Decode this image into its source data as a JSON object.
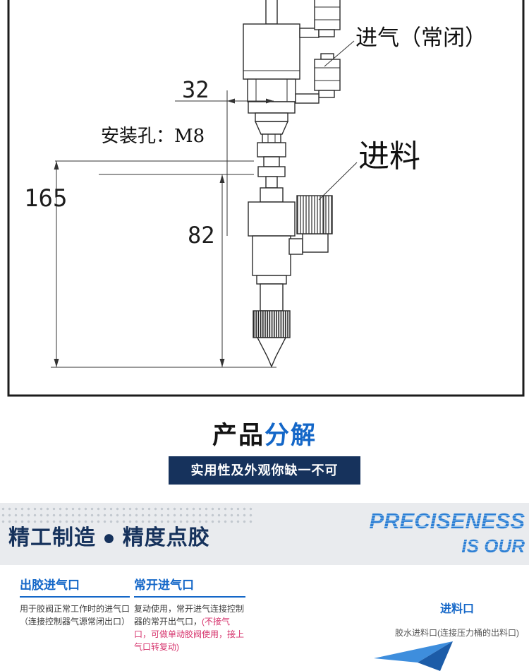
{
  "drawing": {
    "dim_width": "32",
    "dim_total_height": "165",
    "dim_lower_height": "82",
    "mounting_hole_label": "安装孔：M8",
    "air_inlet_label": "进气（常闭）",
    "feed_label": "进料"
  },
  "breakdown": {
    "title_black": "产品",
    "title_blue": "分解",
    "banner_text": "实用性及外观你缺一不可"
  },
  "band": {
    "headline": "精工制造 ● 精度点胶",
    "english_top": "PRECISENESS",
    "english_bottom": "IS OUR"
  },
  "ports": {
    "glue_air": {
      "title": "出胶进气口",
      "desc": "用于胶阀正常工作时的进气口（连接控制器气源常闭出口）"
    },
    "normally_open_air": {
      "title": "常开进气口",
      "desc": "复动使用，常开进气连接控制器的常开出气口，",
      "desc_highlight": "(不接气口，可做单动胶阀使用，接上气口转复动)"
    },
    "feed": {
      "title": "进料口",
      "desc": "胶水进料口(连接压力桶的出料口)"
    }
  },
  "colors": {
    "accent-blue": "#1467c8",
    "navy": "#16325c",
    "english-blue": "#2d7fd4",
    "highlight-red": "#d6336c",
    "band-gray": "#e9ebee"
  }
}
